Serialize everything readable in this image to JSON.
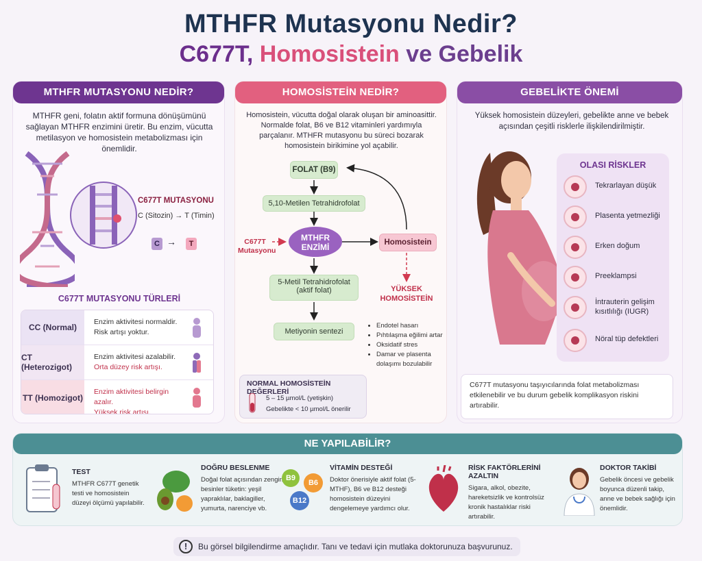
{
  "title": {
    "line1": "MTHFR Mutasyonu Nedir?",
    "line2_a": "C677T,",
    "line2_b": "Homosistein",
    "line2_c": "ve Gebelik"
  },
  "panel1": {
    "header": "MTHFR MUTASYONU NEDİR?",
    "intro": "MTHFR geni, folatın aktif formuna dönüşümünü sağlayan MTHFR enzimini üretir. Bu enzim, vücutta metilasyon ve homosistein metabolizması için önemlidir.",
    "mutation_title": "C677T MUTASYONU",
    "mutation_desc": "C (Sitozin) → T (Timin)",
    "base_c": "C",
    "base_t": "T",
    "types_title": "C677T MUTASYONU TÜRLERİ",
    "types": [
      {
        "label": "CC (Normal)",
        "desc1": "Enzim aktivitesi normaldir.",
        "desc2": "Risk artışı yoktur.",
        "color": "#ebe3f4"
      },
      {
        "label": "CT (Heterozigot)",
        "desc1": "Enzim aktivitesi azalabilir.",
        "desc2": "Orta düzey risk artışı.",
        "color": "#f1e6f3"
      },
      {
        "label": "TT (Homozigot)",
        "desc1": "Enzim aktivitesi belirgin azalır.",
        "desc2": "Yüksek risk artışı.",
        "color": "#f8dde4"
      }
    ]
  },
  "panel2": {
    "header": "HOMOSİSTEİN NEDİR?",
    "intro": "Homosistein, vücutta doğal olarak oluşan bir aminoasittir. Normalde folat, B6 ve B12 vitaminleri yardımıyla parçalanır. MTHFR mutasyonu bu süreci bozarak homosistein birikimine yol açabilir.",
    "folat": "FOLAT (B9)",
    "metilen": "5,10-Metilen Tetrahidrofolat",
    "enzyme": "MTHFR ENZİMİ",
    "c677t": "C677T",
    "mutasyonu": "Mutasyonu",
    "homosistein": "Homosistein",
    "metil": "5-Metil Tetrahidrofolat",
    "aktif": "(aktif folat)",
    "metiyonin": "Metiyonin sentezi",
    "yuksek1": "YÜKSEK",
    "yuksek2": "HOMOSİSTEİN",
    "effects": [
      "Endotel hasarı",
      "Pıhtılaşma eğilimi artar",
      "Oksidatif stres",
      "Damar ve plasenta dolaşımı bozulabilir"
    ],
    "normal_title": "NORMAL HOMOSİSTEİN DEĞERLERİ",
    "normal1": "5 – 15 µmol/L (yetişkin)",
    "normal2": "Gebelikte < 10 µmol/L önerilir"
  },
  "panel3": {
    "header": "GEBELİKTE ÖNEMİ",
    "intro": "Yüksek homosistein düzeyleri, gebelikte anne ve bebek açısından çeşitli risklerle ilişkilendirilmiştir.",
    "risks_title": "OLASI RİSKLER",
    "risks": [
      "Tekrarlayan düşük",
      "Plasenta yetmezliği",
      "Erken doğum",
      "Preeklampsi",
      "İntrauterin gelişim kısıtlılığı (IUGR)",
      "Nöral tüp defektleri"
    ],
    "note": "C677T mutasyonu taşıyıcılarında folat metabolizması etkilenebilir ve bu durum gebelik komplikasyon riskini artırabilir."
  },
  "bottom": {
    "header": "NE YAPILABİLİR?",
    "items": [
      {
        "title": "TEST",
        "text": "MTHFR C677T genetik testi ve homosistein düzeyi ölçümü yapılabilir."
      },
      {
        "title": "DOĞRU BESLENME",
        "text": "Doğal folat açısından zengin besinler tüketin: yeşil yapraklılar, baklagiller, yumurta, narenciye vb."
      },
      {
        "title": "VİTAMİN DESTEĞİ",
        "text": "Doktor önerisiyle aktif folat (5-MTHF), B6 ve B12 desteği homosistein düzeyini dengelemeye yardımcı olur."
      },
      {
        "title": "RİSK FAKTÖRLERİNİ AZALTIN",
        "text": "Sigara, alkol, obezite, hareketsizlik ve kontrolsüz kronik hastalıklar riski artırabilir."
      },
      {
        "title": "DOKTOR TAKİBİ",
        "text": "Gebelik öncesi ve gebelik boyunca düzenli takip, anne ve bebek sağlığı için önemlidir."
      }
    ],
    "vitamins": [
      "B9",
      "B6",
      "B12"
    ]
  },
  "disclaimer": "Bu görsel bilgilendirme amaçlıdır. Tanı ve tedavi için mutlaka doktorunuza başvurunuz."
}
